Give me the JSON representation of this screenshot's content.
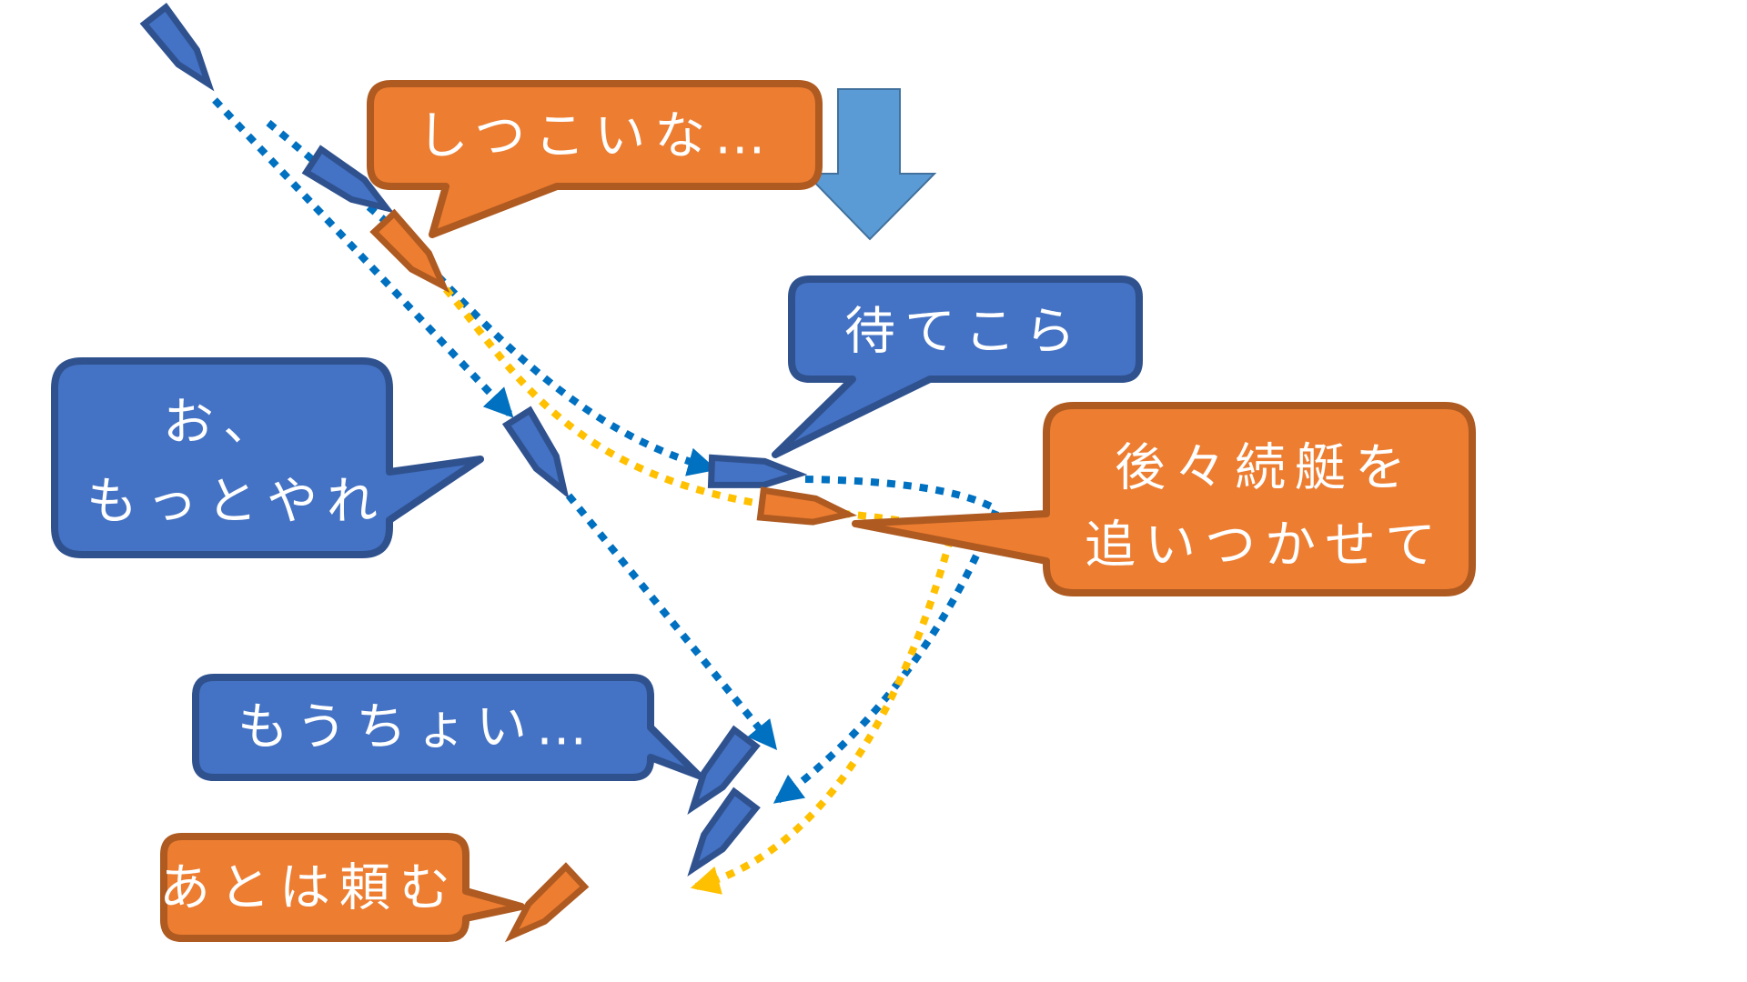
{
  "colors": {
    "blue_fill": "#4472C4",
    "blue_stroke": "#2F528F",
    "orange_fill": "#ED7D31",
    "orange_stroke": "#AE5A21",
    "blue_path": "#0070C0",
    "yellow_path": "#FFC000",
    "big_arrow": "#5B9BD5",
    "big_arrow_stroke": "#41719C"
  },
  "bubbles": [
    {
      "id": "shitsukoi",
      "team": "orange",
      "lines": [
        "しつこいな…"
      ]
    },
    {
      "id": "matekora",
      "team": "blue",
      "lines": [
        "待てこら"
      ]
    },
    {
      "id": "motto-yare",
      "team": "blue",
      "lines": [
        "お、",
        "もっとやれ"
      ]
    },
    {
      "id": "kouzoku",
      "team": "orange",
      "lines": [
        "後々続艇を",
        "追いつかせて"
      ]
    },
    {
      "id": "mouchoi",
      "team": "blue",
      "lines": [
        "もうちょい…"
      ]
    },
    {
      "id": "ato-wa-tanomu",
      "team": "orange",
      "lines": [
        "あとは頼む"
      ]
    }
  ],
  "boats": [
    {
      "id": "blue-boat-1",
      "team": "blue"
    },
    {
      "id": "blue-boat-2",
      "team": "blue"
    },
    {
      "id": "orange-boat-1",
      "team": "orange"
    },
    {
      "id": "blue-boat-3",
      "team": "blue"
    },
    {
      "id": "blue-boat-4",
      "team": "blue"
    },
    {
      "id": "orange-boat-2",
      "team": "orange"
    },
    {
      "id": "blue-boat-5",
      "team": "blue"
    },
    {
      "id": "blue-boat-6",
      "team": "blue"
    },
    {
      "id": "orange-boat-3",
      "team": "orange"
    }
  ],
  "big_arrow": {
    "direction": "down",
    "icon": "down-arrow-icon"
  }
}
